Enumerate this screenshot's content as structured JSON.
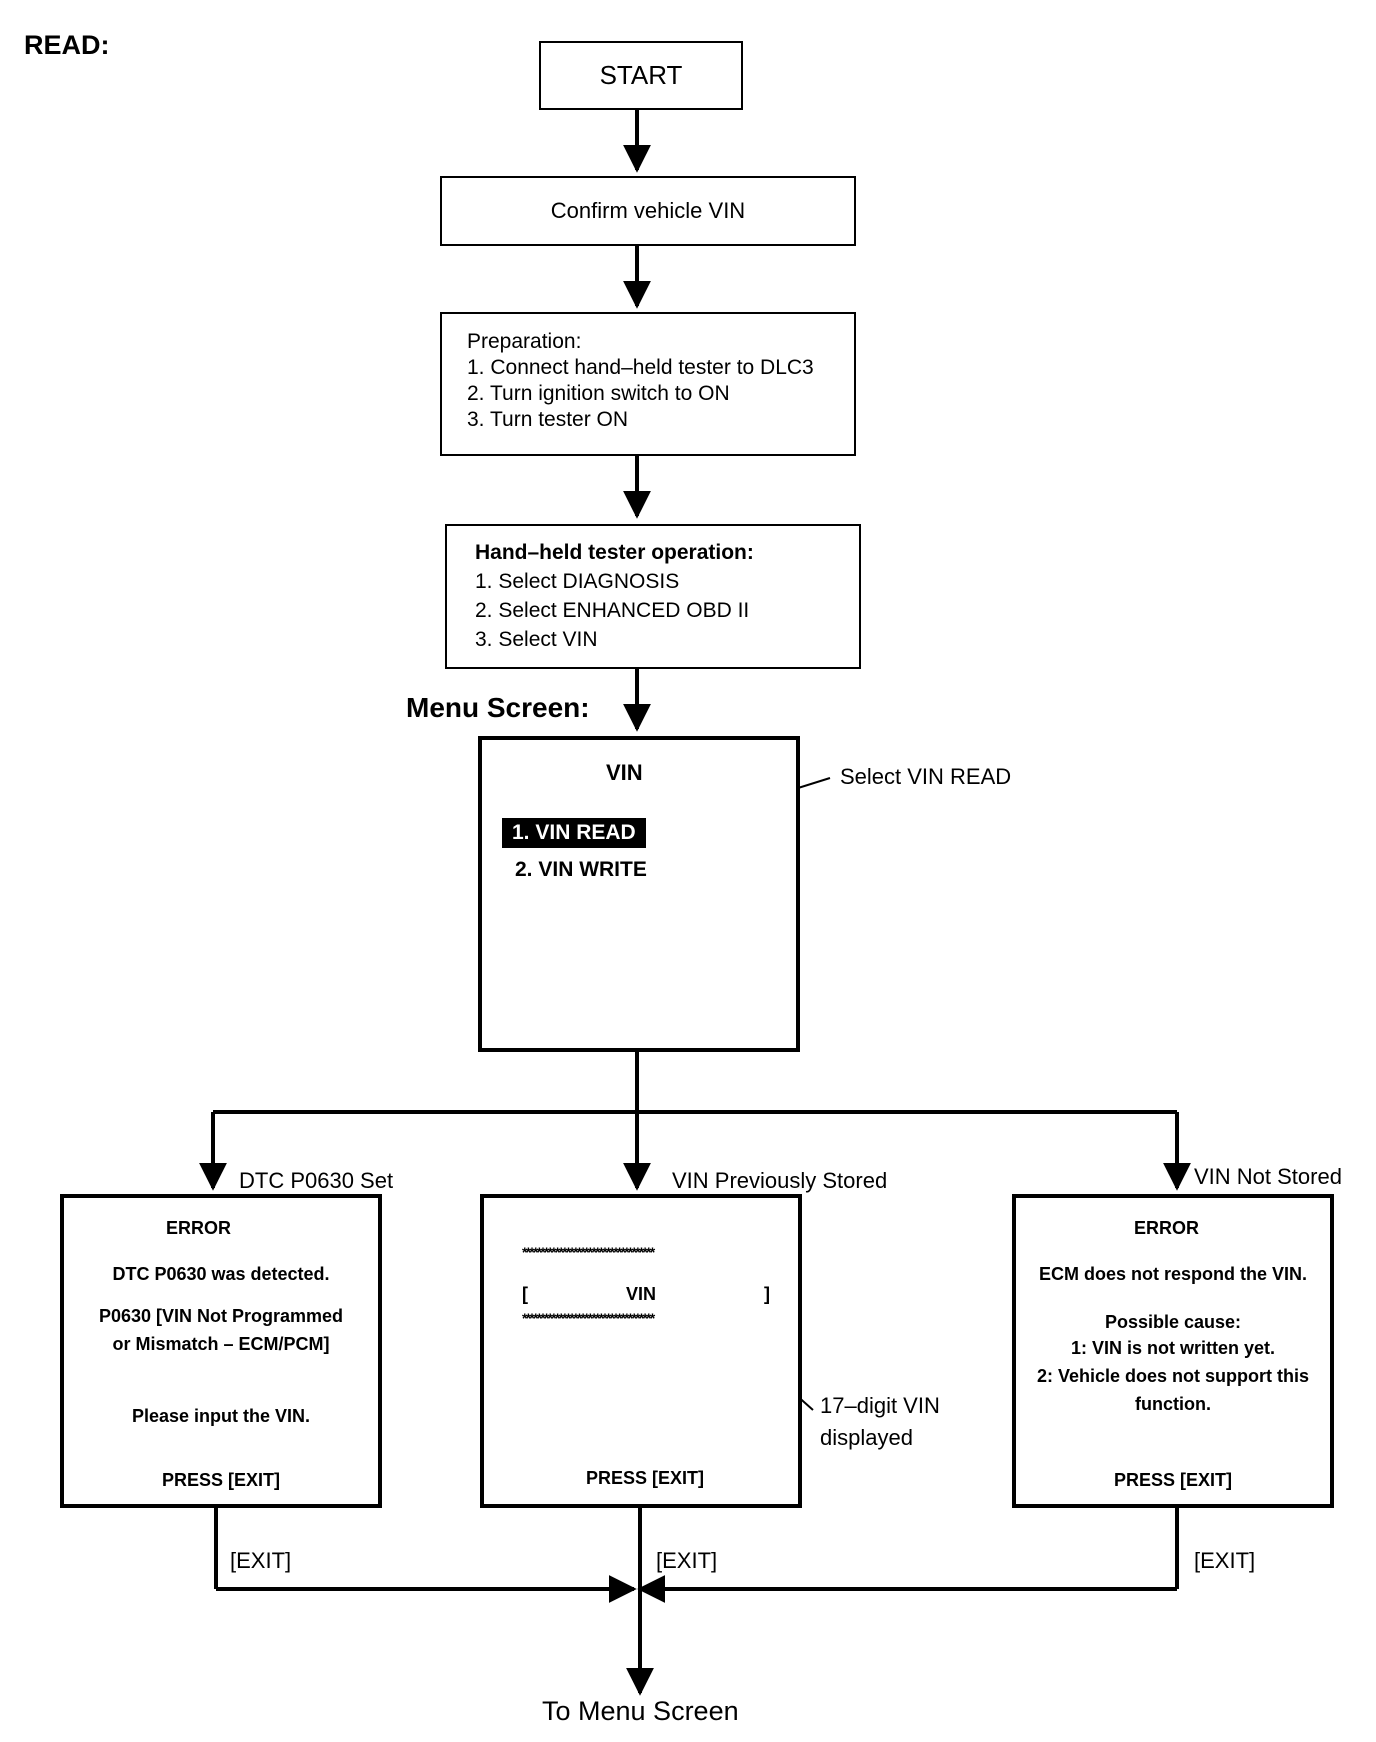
{
  "header": {
    "title": "READ:"
  },
  "flow": {
    "start": "START",
    "confirm": "Confirm vehicle VIN",
    "preparation": {
      "heading": "Preparation:",
      "steps": [
        "1. Connect hand–held tester to DLC3",
        "2. Turn ignition switch to ON",
        "3. Turn tester ON"
      ]
    },
    "tester_operation": {
      "heading": "Hand–held tester operation:",
      "steps": [
        "1. Select DIAGNOSIS",
        "2. Select ENHANCED OBD II",
        "3. Select VIN"
      ]
    }
  },
  "menu_screen": {
    "label": "Menu Screen:",
    "title": "VIN",
    "items": [
      "1. VIN READ",
      "2. VIN WRITE"
    ],
    "annotation": "Select VIN READ"
  },
  "branches": {
    "left": {
      "condition": "DTC P0630 Set",
      "lines": [
        "ERROR",
        "DTC P0630 was detected.",
        "P0630  [VIN Not Programmed",
        "or Mismatch – ECM/PCM]",
        "Please input the VIN.",
        "PRESS [EXIT]"
      ],
      "exit_label": "[EXIT]"
    },
    "center": {
      "condition": "VIN Previously Stored",
      "stars": "************************************",
      "bracket_left": "[",
      "vin_label": "VIN",
      "bracket_right": "]",
      "press": "PRESS [EXIT]",
      "annotation": [
        "17–digit VIN",
        "displayed"
      ],
      "exit_label": "[EXIT]"
    },
    "right": {
      "condition": "VIN Not Stored",
      "lines": [
        "ERROR",
        "ECM does not respond the VIN.",
        "Possible cause:",
        "1: VIN is not written yet.",
        "2: Vehicle does not support this",
        "function.",
        "PRESS [EXIT]"
      ],
      "exit_label": "[EXIT]"
    }
  },
  "footer": {
    "to_menu": "To Menu Screen"
  }
}
